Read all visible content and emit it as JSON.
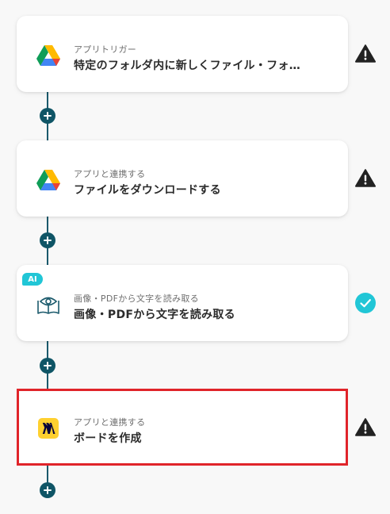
{
  "steps": [
    {
      "subtitle": "アプリトリガー",
      "title": "特定のフォルダ内に新しくファイル・フォ…",
      "icon": "google-drive-icon",
      "status": "warning"
    },
    {
      "subtitle": "アプリと連携する",
      "title": "ファイルをダウンロードする",
      "icon": "google-drive-icon",
      "status": "warning"
    },
    {
      "subtitle": "画像・PDFから文字を読み取る",
      "title": "画像・PDFから文字を読み取る",
      "icon": "ocr-book-eye-icon",
      "badge": "AI",
      "status": "complete"
    },
    {
      "subtitle": "アプリと連携する",
      "title": "ボードを作成",
      "icon": "miro-icon",
      "status": "warning",
      "highlighted": true
    }
  ],
  "colors": {
    "connector": "#1b5a6c",
    "add_button": "#0f5566",
    "warning": "#222222",
    "complete": "#21c6d6",
    "ai_badge": "#21c6d6",
    "highlight_border": "#e0242a",
    "miro_yellow": "#ffd02f"
  }
}
